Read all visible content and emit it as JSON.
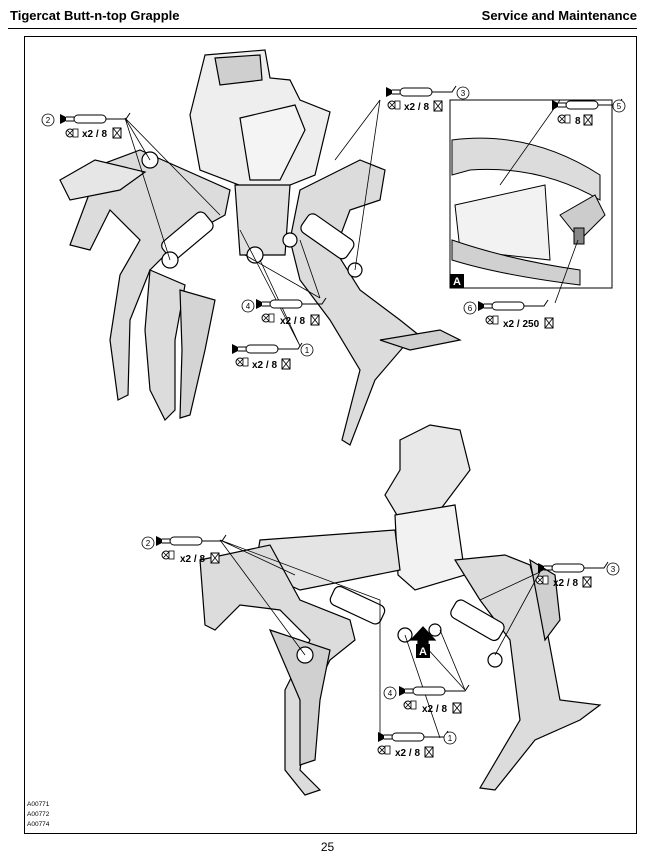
{
  "header": {
    "title": "Tigercat Butt-n-top Grapple",
    "section": "Service and Maintenance"
  },
  "callouts_top": [
    {
      "number": "1",
      "qty": "x2 / 8"
    },
    {
      "number": "2",
      "qty": "x2 / 8"
    },
    {
      "number": "3",
      "qty": "x2 / 8"
    },
    {
      "number": "4",
      "qty": "x2 / 8"
    },
    {
      "number": "5",
      "qty": "8"
    },
    {
      "number": "6",
      "qty": "x2 / 250"
    }
  ],
  "callouts_bottom": [
    {
      "number": "1",
      "qty": "x2 / 8"
    },
    {
      "number": "2",
      "qty": "x2 / 8"
    },
    {
      "number": "3",
      "qty": "x2 / 8"
    },
    {
      "number": "4",
      "qty": "x2 / 8"
    }
  ],
  "detail_label": "A",
  "figure_ids": [
    "A00771",
    "A00772",
    "A00774"
  ],
  "page_number": "25"
}
